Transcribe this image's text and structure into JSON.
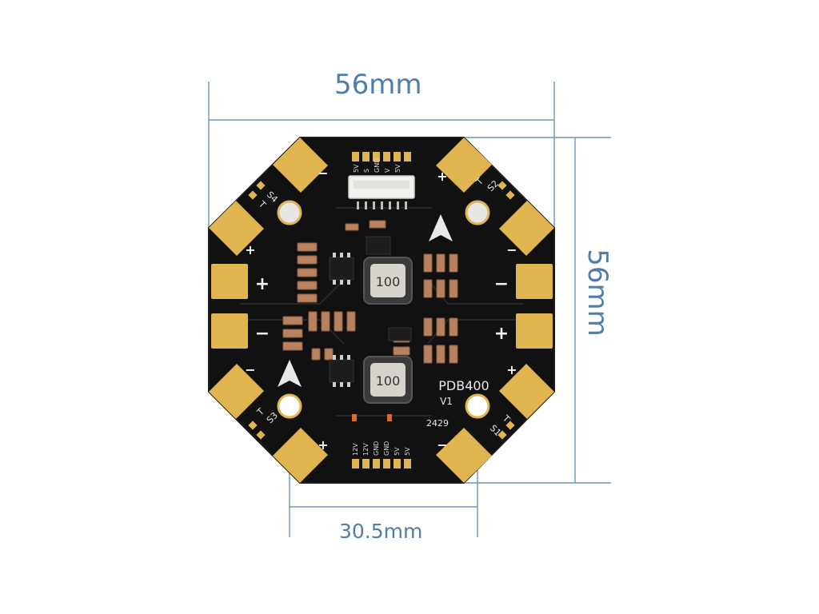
{
  "dimensions": {
    "board_width": "56mm",
    "board_height": "56mm",
    "hole_spacing": "30.5mm"
  },
  "board": {
    "model": "PDB400",
    "version": "V1",
    "date_code": "2429",
    "inductor_top_marking": "100",
    "inductor_bottom_marking": "100",
    "motor_labels": {
      "s1": "S1",
      "s2": "S2",
      "s3": "S3",
      "s4": "S4"
    },
    "signal_mark": "T",
    "pad_polarity": {
      "plus": "+",
      "minus": "−"
    },
    "connector_labels": [
      "5V",
      "S",
      "GND",
      "V",
      "5V"
    ],
    "bottom_pad_labels": [
      "12V",
      "12V",
      "GND",
      "GND",
      "5V",
      "5V"
    ]
  },
  "colors": {
    "pcb": "#111111",
    "gold": "#e0b44e",
    "dimension_line": "#6b96bd",
    "dimension_text": "#4f7fa8",
    "component": "#b8825e"
  }
}
